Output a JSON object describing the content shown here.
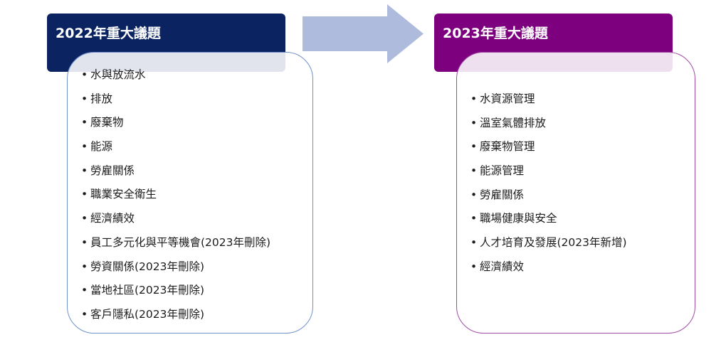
{
  "left_panel": {
    "title": "2022年重大議題",
    "header_color": "#0b2461",
    "border_color": "#6f8fcc",
    "items": [
      "水與放流水",
      "排放",
      "廢棄物",
      "能源",
      "勞雇關係",
      "職業安全衛生",
      "經濟績效",
      "員工多元化與平等機會(2023年刪除)",
      "勞資關係(2023年刪除)",
      "當地社區(2023年刪除)",
      "客戶隱私(2023年刪除)"
    ]
  },
  "arrow": {
    "color": "#aebbdc"
  },
  "right_panel": {
    "title": "2023年重大議題",
    "header_color": "#7d007f",
    "border_color": "#a04aa6",
    "items": [
      "水資源管理",
      "溫室氣體排放",
      "廢棄物管理",
      "能源管理",
      "勞雇關係",
      "職場健康與安全",
      "人才培育及發展(2023年新增)",
      "經濟績效"
    ]
  }
}
